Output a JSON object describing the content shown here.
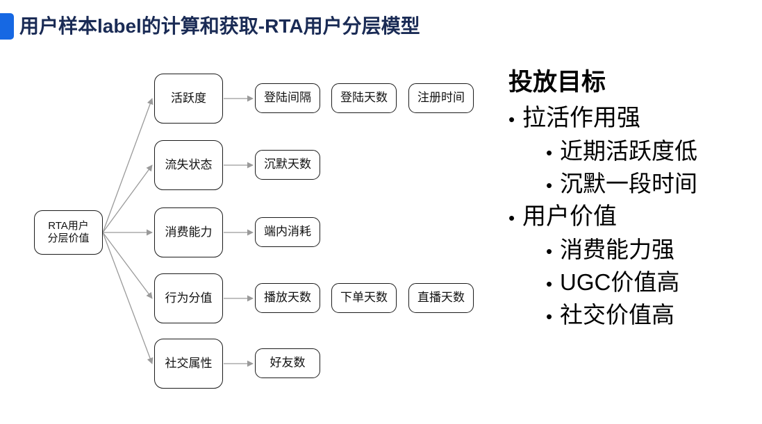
{
  "slide": {
    "title": "用户样本label的计算和获取-RTA用户分层模型",
    "accent_color": "#1668E3",
    "title_color": "#1A2B55",
    "bullet_glyph": "•"
  },
  "diagram": {
    "root": {
      "line1": "RTA用户",
      "line2": "分层价值"
    },
    "branches": [
      {
        "category": "活跃度",
        "leaves": [
          "登陆间隔",
          "登陆天数",
          "注册时间"
        ]
      },
      {
        "category": "流失状态",
        "leaves": [
          "沉默天数"
        ]
      },
      {
        "category": "消费能力",
        "leaves": [
          "端内消耗"
        ]
      },
      {
        "category": "行为分值",
        "leaves": [
          "播放天数",
          "下单天数",
          "直播天数"
        ]
      },
      {
        "category": "社交属性",
        "leaves": [
          "好友数"
        ]
      }
    ],
    "edge_color": "#9a9a9a",
    "node_border_color": "#1a1a1a"
  },
  "objectives": {
    "heading": "投放目标",
    "groups": [
      {
        "label": "拉活作用强",
        "items": [
          "近期活跃度低",
          "沉默一段时间"
        ]
      },
      {
        "label": "用户价值",
        "items": [
          "消费能力强",
          "UGC价值高",
          "社交价值高"
        ]
      }
    ]
  }
}
